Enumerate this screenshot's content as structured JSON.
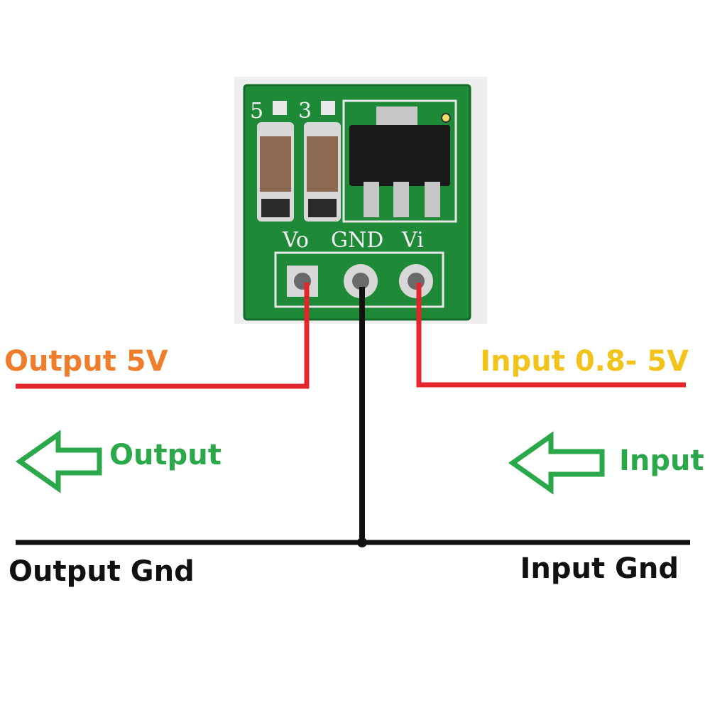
{
  "board": {
    "silkscreen": {
      "jumper_5": "5",
      "jumper_3": "3",
      "pin_vo": "Vo",
      "pin_gnd": "GND",
      "pin_vi": "Vi"
    }
  },
  "labels": {
    "output_voltage": "Output 5V",
    "input_voltage": "Input 0.8- 5V",
    "output_direction": "Output",
    "input_direction": "Input",
    "output_gnd": "Output Gnd",
    "input_gnd": "Input Gnd"
  },
  "colors": {
    "wire_red": "#e3262d",
    "wire_black": "#111111",
    "output_label": "#ee7e2b",
    "input_label": "#f2c31a",
    "arrow_green": "#2aa84a",
    "pcb_green": "#1e8a38",
    "background": "#ffffff"
  },
  "icons": {
    "output_arrow": "arrow-left-outline",
    "input_arrow": "arrow-left-outline"
  }
}
